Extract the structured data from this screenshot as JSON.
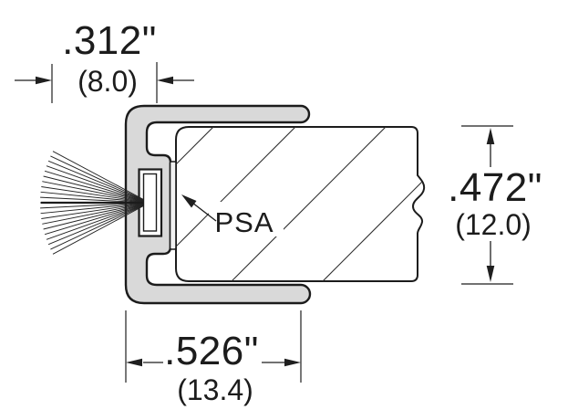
{
  "diagram": {
    "description": "Technical cross-section drawing of a brush seal retainer profile with PSA adhesive mounting on a substrate",
    "part_label": "PSA",
    "dimensions": {
      "brush_width": {
        "inches": ".312\"",
        "mm": "(8.0)"
      },
      "substrate_height": {
        "inches": ".472\"",
        "mm": "(12.0)"
      },
      "profile_width": {
        "inches": ".526\"",
        "mm": "(13.4)"
      }
    },
    "colors": {
      "profile_fill": "#d9d9d9",
      "line": "#1c1c1c",
      "background": "#ffffff"
    }
  }
}
